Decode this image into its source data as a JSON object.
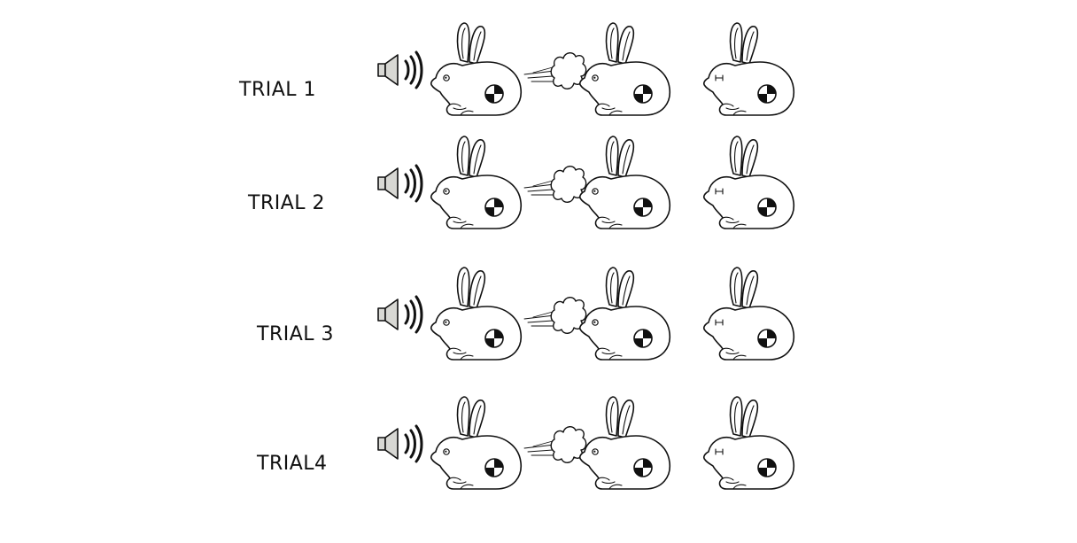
{
  "trials": [
    {
      "label": "TRIAL 1"
    },
    {
      "label": "TRIAL 2"
    },
    {
      "label": "TRIAL 3"
    },
    {
      "label": "TRIAL4"
    }
  ],
  "columns": [
    {
      "icon": "speaker-icon",
      "bunny_eye": "open"
    },
    {
      "icon": "air-puff-icon",
      "bunny_eye": "open"
    },
    {
      "icon": "none",
      "bunny_eye": "closed"
    }
  ],
  "colors": {
    "ink": "#111111",
    "speaker_fill": "#d8d8d4",
    "background": "#ffffff"
  }
}
